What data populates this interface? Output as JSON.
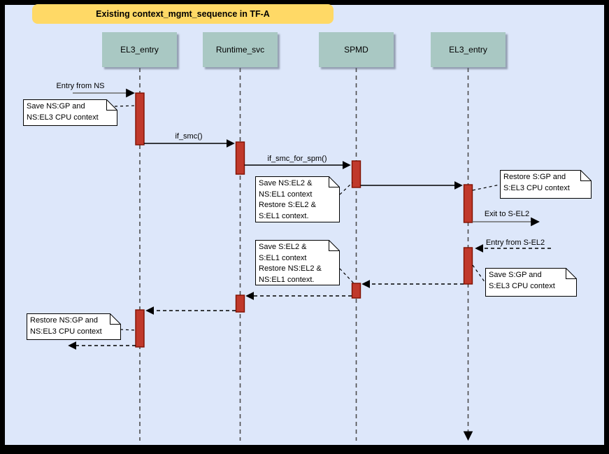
{
  "diagram": {
    "type": "uml-sequence-diagram",
    "title": "Existing context_mgmt_sequence in TF-A"
  },
  "lifelines": [
    {
      "label": "EL3_entry"
    },
    {
      "label": "Runtime_svc"
    },
    {
      "label": "SPMD"
    },
    {
      "label": "EL3_entry"
    }
  ],
  "messages": [
    {
      "label": "Entry from NS",
      "style": "solid"
    },
    {
      "label": "if_smc()",
      "style": "solid"
    },
    {
      "label": "if_smc_for_spm()",
      "style": "solid"
    },
    {
      "label": "",
      "style": "solid"
    },
    {
      "label": "Exit to S-EL2",
      "style": "solid"
    },
    {
      "label": "Entry from S-EL2",
      "style": "dashed"
    },
    {
      "label": "",
      "style": "dashed-return"
    },
    {
      "label": "",
      "style": "dashed-return"
    },
    {
      "label": "",
      "style": "dashed-return"
    },
    {
      "label": "",
      "style": "dashed-return"
    }
  ],
  "notes": [
    {
      "text": "Save NS:GP and\nNS:EL3 CPU context"
    },
    {
      "text": "Save NS:EL2 &\nNS:EL1 context\nRestore S:EL2 &\nS:EL1 context."
    },
    {
      "text": "Restore S:GP and\nS:EL3 CPU context"
    },
    {
      "text": "Save S:EL2 &\nS:EL1 context\nRestore NS:EL2 &\nNS:EL1 context."
    },
    {
      "text": "Save S:GP and\nS:EL3 CPU context"
    },
    {
      "text": "Restore NS:GP and\nNS:EL3 CPU context"
    }
  ],
  "colors": {
    "page_background": "#dde7fa",
    "frame_border": "#000000",
    "title_background": "#ffd966",
    "lifeline_header_background": "#a9c8c3",
    "activation_fill": "#c0392b",
    "activation_border": "#801100",
    "note_background": "#ffffff",
    "external_message_line": "#6b6b6b",
    "lifeline_dash": "#4d4d4d"
  }
}
